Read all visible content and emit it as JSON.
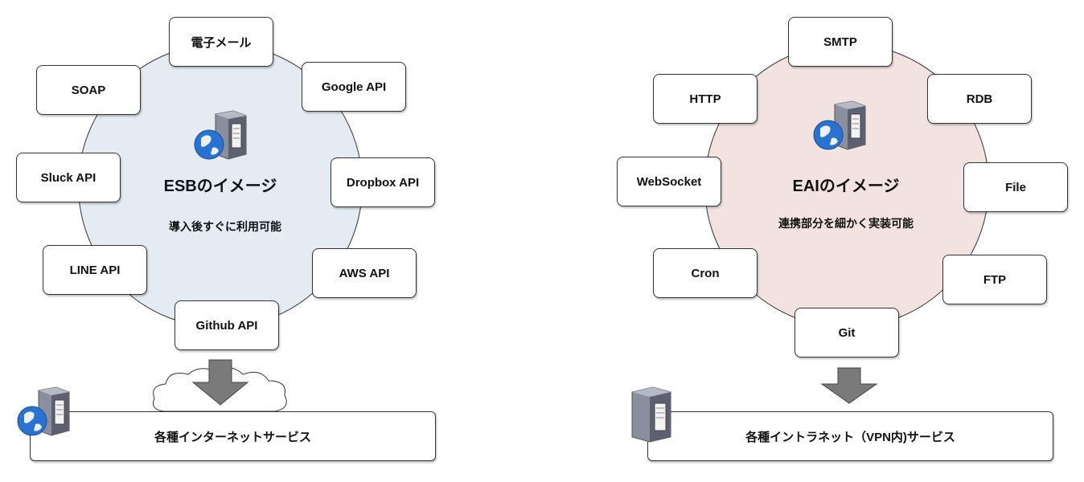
{
  "esb": {
    "title": "ESBのイメージ",
    "subtitle": "導入後すぐに利用可能",
    "nodes": [
      "電子メール",
      "Google API",
      "Dropbox API",
      "AWS API",
      "Github API",
      "LINE API",
      "Sluck API",
      "SOAP"
    ],
    "service_label": "各種インターネットサービス",
    "fill_color": "#e4ebf3"
  },
  "eai": {
    "title": "EAIのイメージ",
    "subtitle": "連携部分を細かく実装可能",
    "nodes": [
      "SMTP",
      "RDB",
      "File",
      "FTP",
      "Git",
      "Cron",
      "WebSocket",
      "HTTP"
    ],
    "service_label": "各種イントラネット（VPN内)サービス",
    "fill_color": "#f2e3e1"
  },
  "icons": {
    "server_globe": "server-globe-icon",
    "server": "server-icon",
    "cloud": "cloud-icon",
    "arrow": "down-arrow-icon"
  }
}
